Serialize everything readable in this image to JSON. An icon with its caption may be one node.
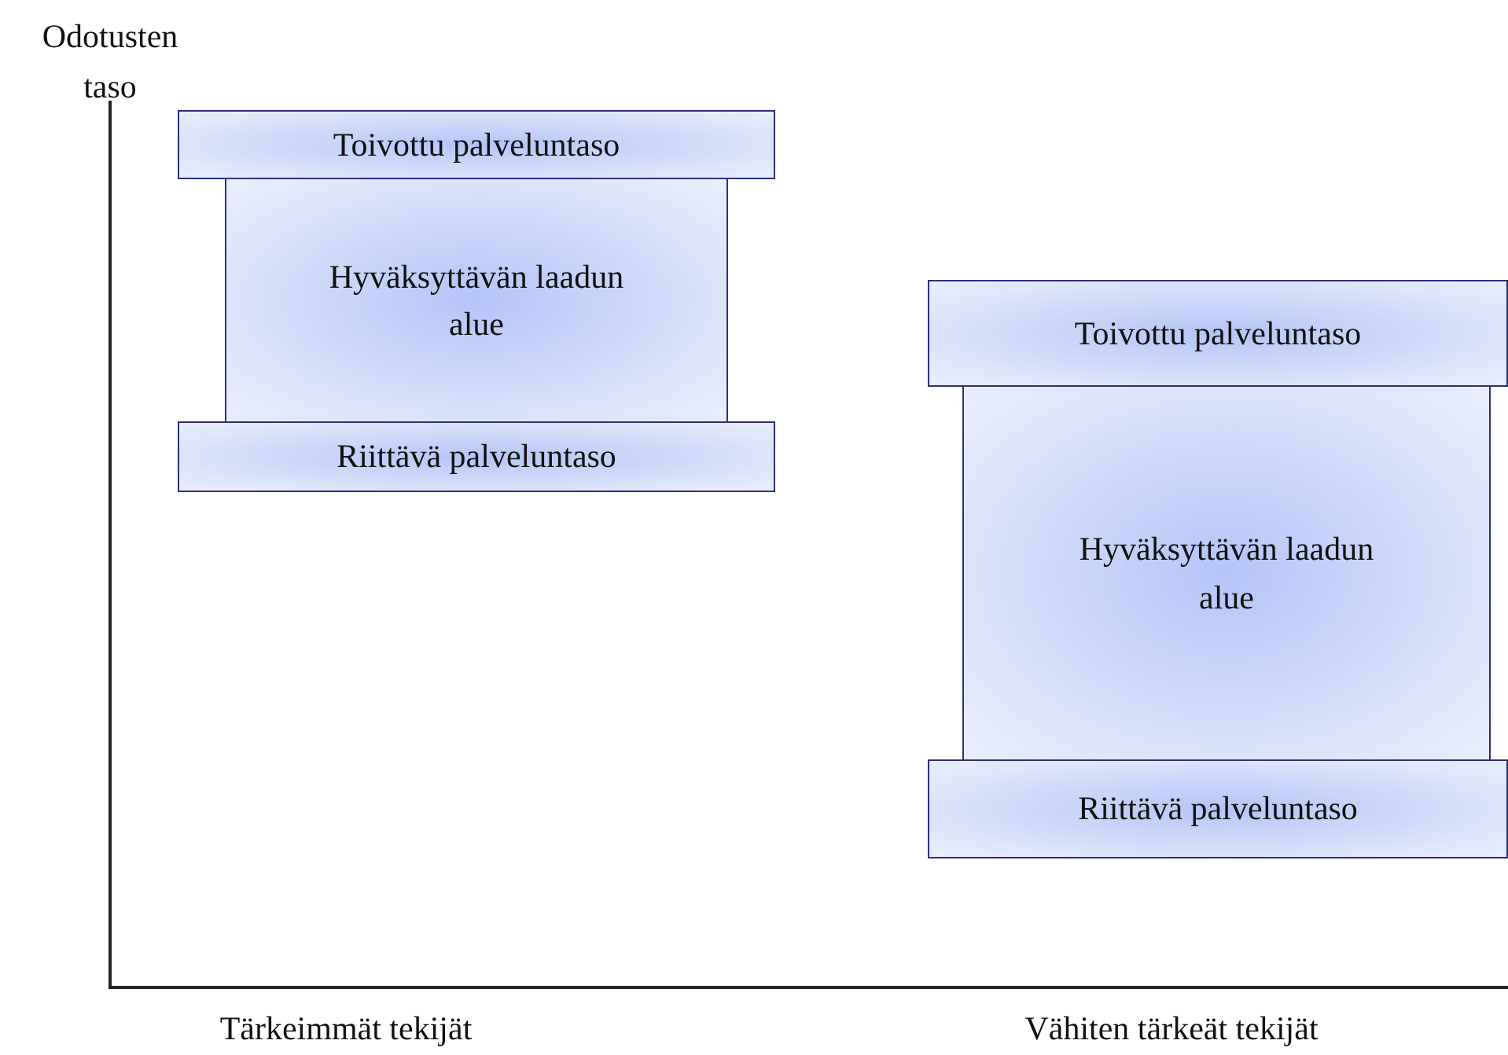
{
  "diagram": {
    "nodes": [
      {
        "text": [
          "Toivottu palveluntaso"
        ]
      },
      {
        "text": [
          "Hyväksyttävän laadun alue"
        ]
      },
      {
        "text": [
          "Riittävä palveluntaso"
        ]
      },
      {
        "text": [
          "Toivottu palveluntaso"
        ]
      },
      {
        "text": [
          "Hyväksyttävän laadun alue"
        ]
      },
      {
        "text": [
          "Riittävä palveluntaso"
        ]
      }
    ],
    "labels": [
      "Odotusten taso",
      "Tärkeimmät tekijät",
      "Vähiten tärkeät tekijät"
    ]
  }
}
